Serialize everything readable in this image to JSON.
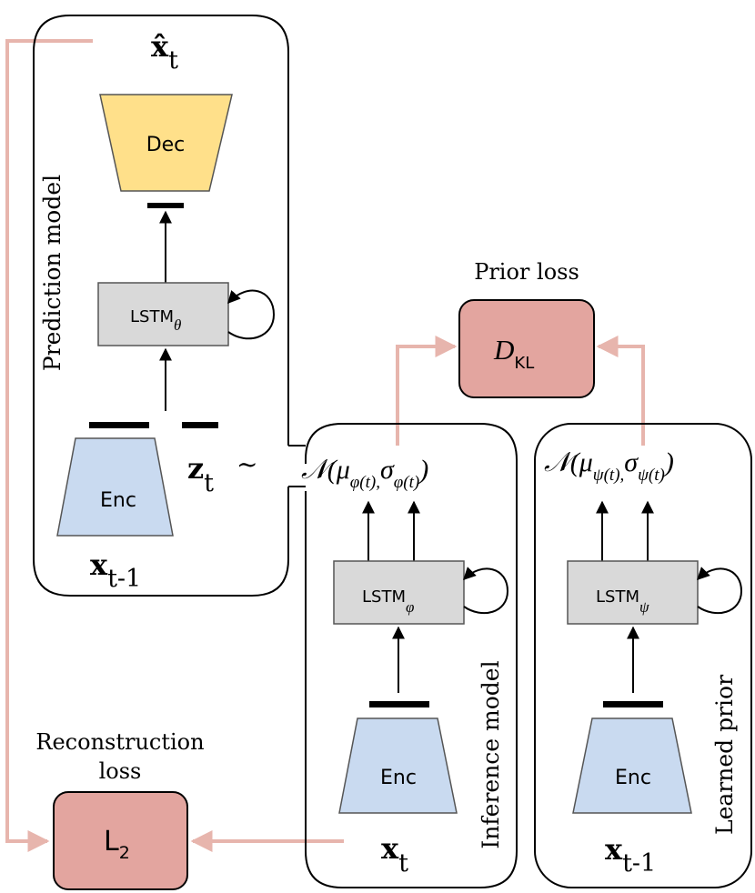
{
  "colors": {
    "decoder_fill": "#ffe08a",
    "encoder_fill": "#c9daf0",
    "lstm_fill": "#d9d9d9",
    "loss_fill": "#e3a59f",
    "loss_arrow": "#e7b5ad"
  },
  "prediction_model": {
    "label": "Prediction model",
    "output": {
      "main": "x̂",
      "sub": "t"
    },
    "decoder": "Dec",
    "lstm": {
      "main": "LSTM",
      "sub": "θ"
    },
    "encoder": "Enc",
    "input": {
      "main": "x",
      "sub": "t-1"
    },
    "latent": {
      "main": "z",
      "sub": "t"
    },
    "tilde": "~"
  },
  "inference_model": {
    "label": "Inference model",
    "distribution": {
      "n": "𝒩(",
      "mu": "μ",
      "mu_sub": "φ(t)",
      "comma": ",",
      "sigma": "σ",
      "sigma_sub": "φ(t)",
      "close": ")"
    },
    "lstm": {
      "main": "LSTM",
      "sub": "φ"
    },
    "encoder": "Enc",
    "input": {
      "main": "x",
      "sub": "t"
    }
  },
  "learned_prior": {
    "label": "Learned prior",
    "distribution": {
      "n": "𝒩(",
      "mu": "μ",
      "mu_sub": "ψ(t)",
      "comma": ",",
      "sigma": "σ",
      "sigma_sub": "ψ(t)",
      "close": ")"
    },
    "lstm": {
      "main": "LSTM",
      "sub": "ψ"
    },
    "encoder": "Enc",
    "input": {
      "main": "x",
      "sub": "t-1"
    }
  },
  "prior_loss": {
    "title": "Prior loss",
    "symbol": {
      "main": "D",
      "sub": "KL"
    }
  },
  "reconstruction_loss": {
    "title_line1": "Reconstruction",
    "title_line2": "loss",
    "symbol": {
      "main": "L",
      "sub": "2"
    }
  }
}
